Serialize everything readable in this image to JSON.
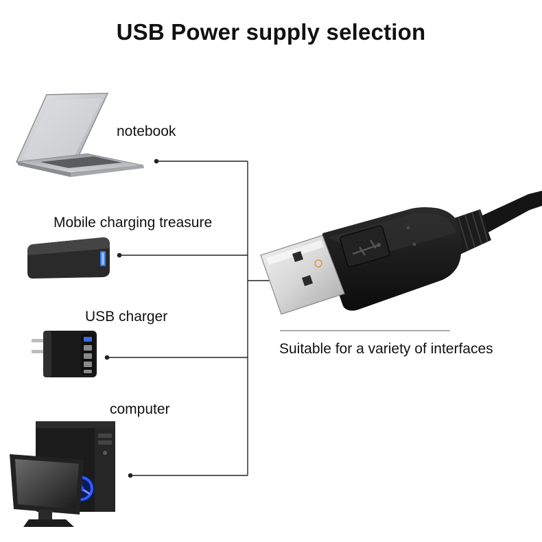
{
  "title": "USB Power supply selection",
  "sources": [
    {
      "id": "notebook",
      "label": "notebook",
      "icon": "laptop-icon"
    },
    {
      "id": "mobile",
      "label": "Mobile charging treasure",
      "icon": "power-bank-icon"
    },
    {
      "id": "charger",
      "label": "USB charger",
      "icon": "usb-charger-icon"
    },
    {
      "id": "computer",
      "label": "computer",
      "icon": "desktop-computer-icon"
    }
  ],
  "connector": {
    "icon": "usb-plug-icon",
    "caption": "Suitable for a variety of interfaces"
  },
  "colors": {
    "line": "#222222",
    "device_dark": "#1a1a1a",
    "laptop_silver": "#c8c9cc",
    "fan_blue": "#2f5bff"
  }
}
